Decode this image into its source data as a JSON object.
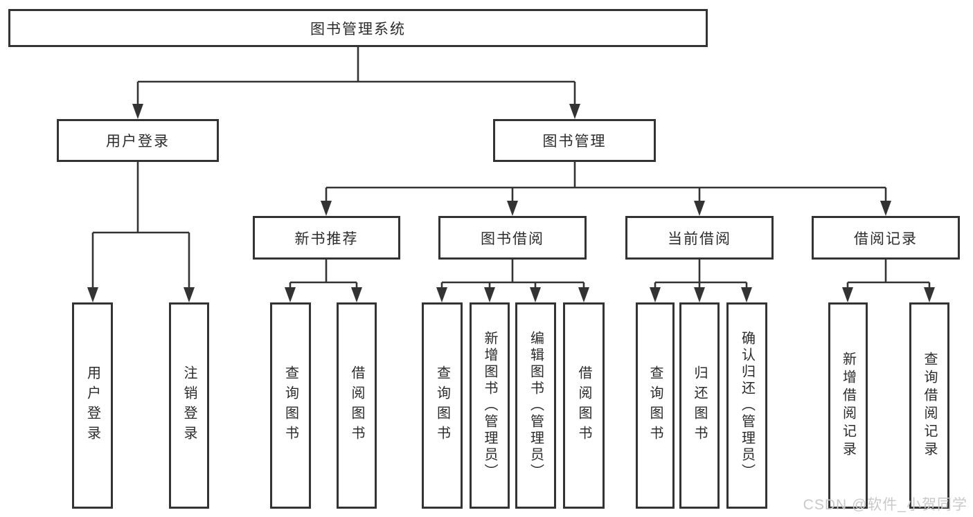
{
  "diagram": {
    "root": {
      "label": "图书管理系统"
    },
    "level2": {
      "user_login": {
        "label": "用户登录"
      },
      "book_mgmt": {
        "label": "图书管理"
      }
    },
    "level3": {
      "new_book": {
        "label": "新书推荐"
      },
      "borrow": {
        "label": "图书借阅"
      },
      "current": {
        "label": "当前借阅"
      },
      "records": {
        "label": "借阅记录"
      }
    },
    "leaves": {
      "user_login": [
        "用户登录",
        "注销登录"
      ],
      "new_book": [
        "查询图书",
        "借阅图书"
      ],
      "borrow": [
        "查询图书",
        "新增图书（管理员）",
        "编辑图书（管理员）",
        "借阅图书"
      ],
      "current": [
        "查询图书",
        "归还图书",
        "确认归还（管理员）"
      ],
      "records": [
        "新增借阅记录",
        "查询借阅记录"
      ]
    }
  },
  "watermark": "CSDN @软件_小贺同学",
  "colors": {
    "line": "#333333",
    "text": "#2b2b2b",
    "watermark": "#c9c9c9",
    "background": "#ffffff"
  }
}
